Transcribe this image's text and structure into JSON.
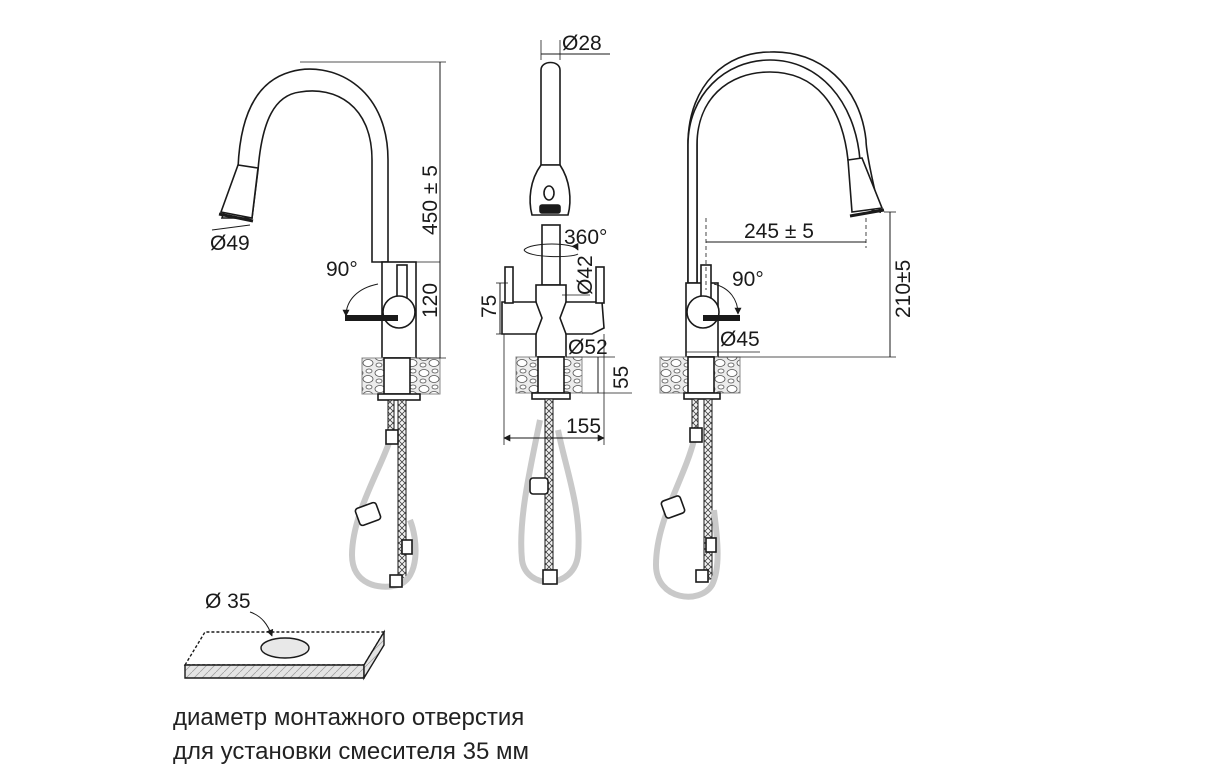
{
  "colors": {
    "line": "#1a1a1a",
    "hose": "#c9c9c9",
    "stone": "#dcdcdc",
    "hole": "#e8e8e8"
  },
  "dims": {
    "spout_diameter": "Ø49",
    "height_total": "450 ± 5",
    "lever_angle_left": "90°",
    "body_height": "120",
    "top_diameter": "Ø28",
    "rotation": "360°",
    "column_diameter": "Ø42",
    "lever_height": "75",
    "base_diameter": "Ø52",
    "base_height": "55",
    "width": "155",
    "reach": "245 ± 5",
    "spout_height": "210±5",
    "lever_angle_right": "90°",
    "body_diameter": "Ø45",
    "hole_diameter": "Ø 35"
  },
  "caption": {
    "line1": "диаметр монтажного отверстия",
    "line2": "для установки смесителя 35 мм"
  }
}
